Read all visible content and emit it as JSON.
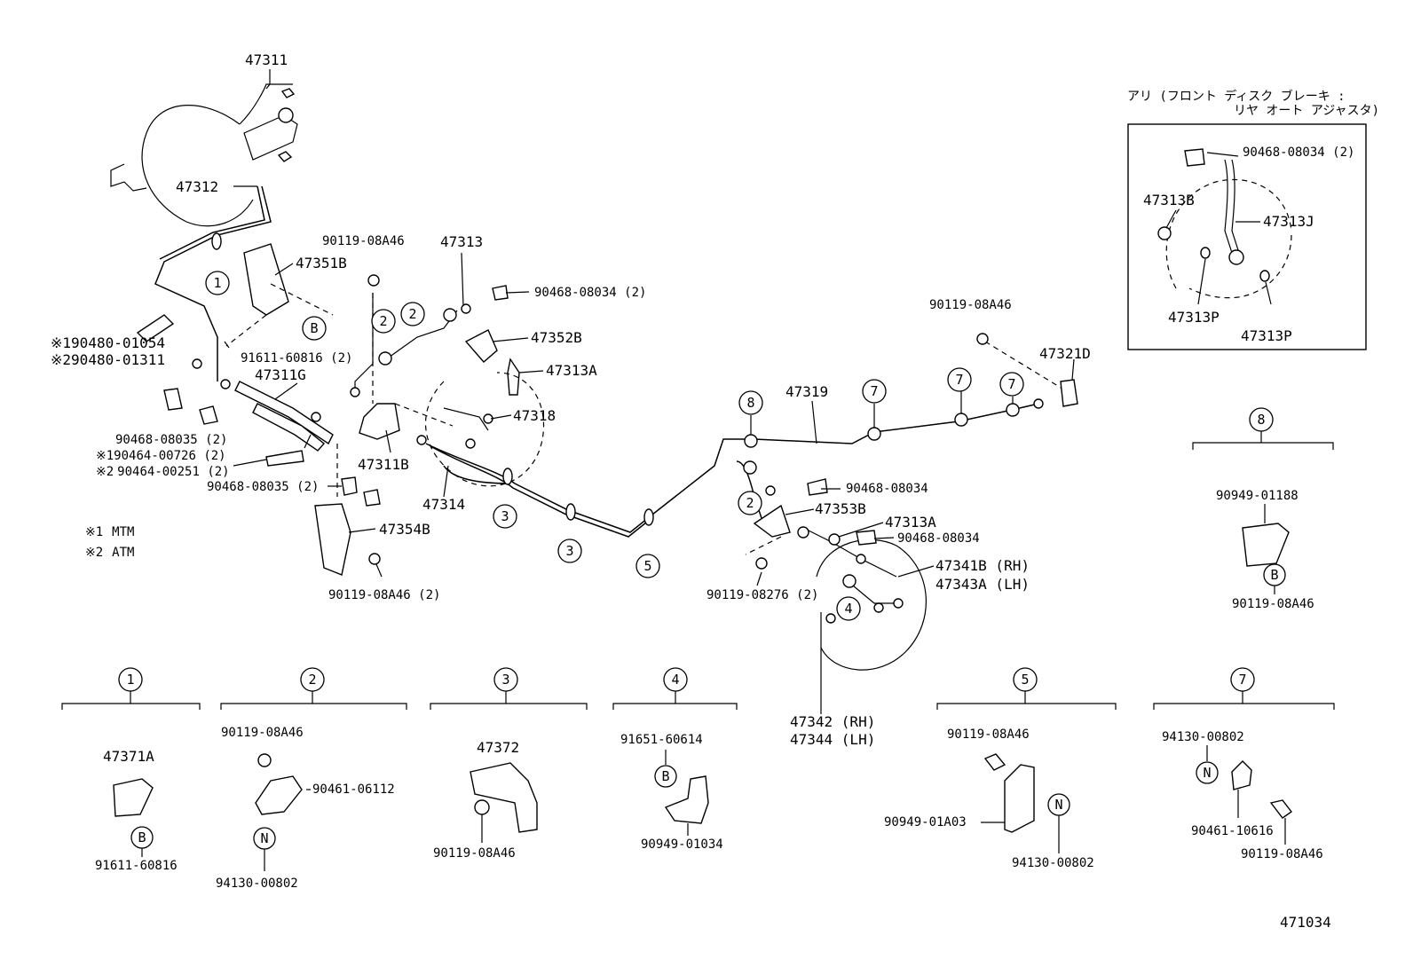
{
  "diagram_id": "471034",
  "inset": {
    "title_line1": "アリ (フロント ディスク ブレーキ :",
    "title_line2": "リヤ オート アジャスタ)",
    "labels": [
      "90468-08034 (2)",
      "47313B",
      "47313J",
      "47313P",
      "47313P"
    ]
  },
  "main_labels": [
    "47311",
    "47312",
    "47351B",
    "90119-08A46",
    "47313",
    "90468-08034 (2)",
    "47352B",
    "47313A",
    "47318",
    "91611-60816 (2)",
    "47311G",
    "90468-08035 (2)",
    "90464-00726 (2)",
    "90464-00251 (2)",
    "90468-08035 (2)",
    "47311B",
    "47314",
    "47354B",
    "90119-08A46 (2)",
    "47319",
    "90119-08A46",
    "47321D",
    "90468-08034",
    "47353B",
    "47313A",
    "90468-08034",
    "47341B (RH)",
    "47343A (LH)",
    "90119-08276 (2)",
    "47342 (RH)",
    "47344 (LH)"
  ],
  "notes": {
    "mark": "※",
    "n1_num": "1",
    "n1_part": "90480-01054",
    "n2_num": "2",
    "n2_part": "90480-01311",
    "p1_num": "1",
    "p2_num": "2",
    "legend1_num": "1",
    "legend1_text": "MTM",
    "legend2_num": "2",
    "legend2_text": "ATM"
  },
  "callout_numbers": [
    "1",
    "2",
    "3",
    "4",
    "5",
    "7",
    "8"
  ],
  "circle_letters": [
    "B",
    "N"
  ],
  "groups": {
    "g1": {
      "id": "1",
      "labels": [
        "47371A",
        "91611-60816"
      ]
    },
    "g2": {
      "id": "2",
      "labels": [
        "90119-08A46",
        "90461-06112",
        "94130-00802"
      ]
    },
    "g3": {
      "id": "3",
      "labels": [
        "47372",
        "90119-08A46"
      ]
    },
    "g4": {
      "id": "4",
      "labels": [
        "91651-60614",
        "90949-01034"
      ]
    },
    "g5": {
      "id": "5",
      "labels": [
        "90119-08A46",
        "90949-01A03",
        "94130-00802"
      ]
    },
    "g7": {
      "id": "7",
      "labels": [
        "94130-00802",
        "90461-10616",
        "90119-08A46"
      ]
    },
    "g8": {
      "id": "8",
      "labels": [
        "90949-01188",
        "90119-08A46"
      ]
    }
  }
}
